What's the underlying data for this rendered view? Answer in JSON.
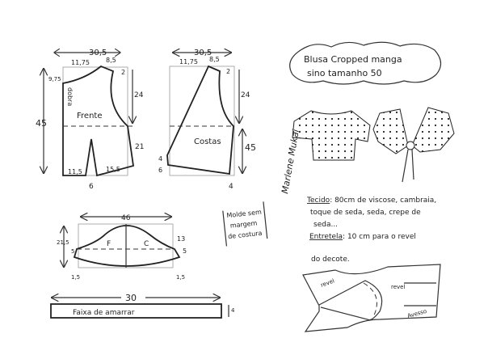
{
  "title": {
    "line1": "Blusa Cropped manga",
    "line2": "sino tamanho 50"
  },
  "front": {
    "label": "Frente",
    "fold": "dobra",
    "width": "30,5",
    "neck_width": "11,75",
    "shoulder": "8,5",
    "shoulder_drop": "2",
    "neck_depth": "9,75",
    "armhole": "24",
    "height": "45",
    "side": "21",
    "hem_left": "11,5",
    "hem_right": "15,5",
    "dart": "6"
  },
  "back": {
    "label": "Costas",
    "width": "30,5",
    "neck_width": "11,75",
    "shoulder": "8,5",
    "shoulder_drop": "2",
    "armhole": "24",
    "height": "45",
    "hem_a": "4",
    "hem_b": "6",
    "hem_c": "4"
  },
  "sleeve": {
    "width": "46",
    "height": "21,5",
    "cap": "13",
    "front": "F",
    "back": "C",
    "left_slant": "5",
    "right_slant": "5",
    "left_ext": "1,5",
    "right_ext": "1,5"
  },
  "tie": {
    "label": "Faixa de amarrar",
    "length": "30",
    "width": "4"
  },
  "note": {
    "line1": "Molde sem",
    "line2": "margem",
    "line3": "de costura"
  },
  "signature": "Marlene Mukai",
  "materials": {
    "fabric_label": "Tecido",
    "fabric_text_1": ": 80cm de viscose, cambraia,",
    "fabric_text_2": "toque de seda, seda, crepe de",
    "fabric_text_3": "seda...",
    "interfacing_label": "Entretela",
    "interfacing_text_1": ": 10 cm para o revel",
    "interfacing_text_2": "do decote."
  },
  "facing": {
    "revel_1": "revel",
    "revel_2": "revel",
    "wrong_side": "Avesso"
  }
}
